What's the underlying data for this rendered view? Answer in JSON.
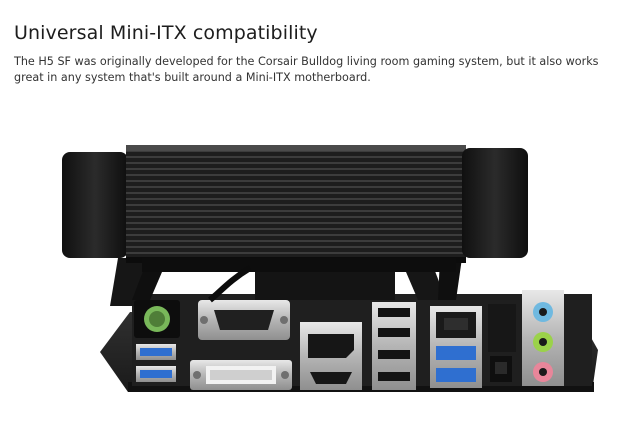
{
  "section": {
    "title": "Universal Mini-ITX compatibility",
    "description": "The H5 SF was originally developed for the Corsair Bulldog living room gaming system, but it also works great in any system that's built around a Mini-ITX motherboard."
  },
  "image": {
    "icon": "radiator-on-mini-itx-motherboard-photo",
    "colors": {
      "radiator": "#1b1b1b",
      "board": "#2a2a2a",
      "usb3_blue": "#2f6fd0",
      "ps2_port": "#79b85a",
      "audio_blue": "#6fb9e0",
      "audio_green": "#9bd24a",
      "audio_pink": "#e8869a"
    }
  }
}
